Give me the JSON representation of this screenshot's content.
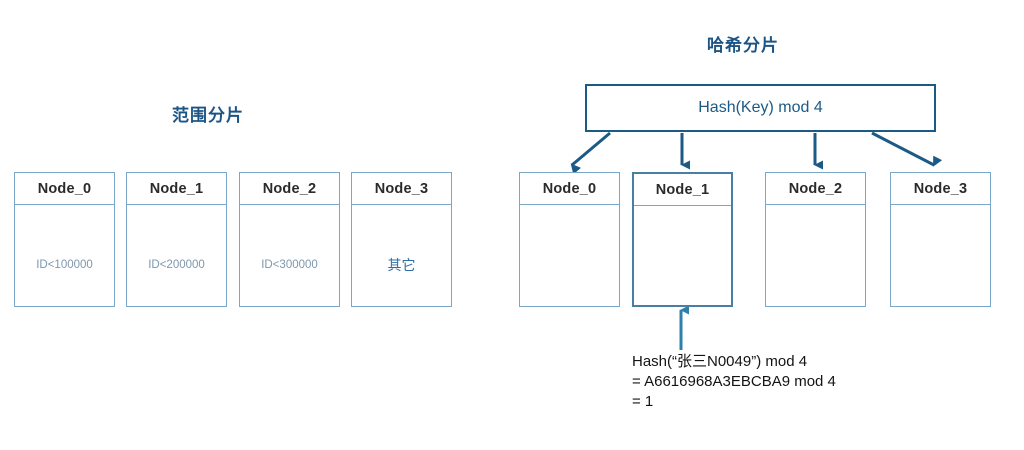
{
  "diagram": {
    "background_color": "#ffffff",
    "accent_color": "#1b5a87",
    "border_color": "#7aa7c7",
    "muted_text_color": "#7d98ae"
  },
  "range_section": {
    "title": "范围分片",
    "nodes": [
      {
        "name": "Node_0",
        "rule": "ID<100000",
        "accent": false
      },
      {
        "name": "Node_1",
        "rule": "ID<200000",
        "accent": false
      },
      {
        "name": "Node_2",
        "rule": "ID<300000",
        "accent": false
      },
      {
        "name": "Node_3",
        "rule": "其它",
        "accent": true
      }
    ]
  },
  "hash_section": {
    "title": "哈希分片",
    "function_label": "Hash(Key) mod 4",
    "nodes": [
      {
        "name": "Node_0",
        "highlighted": false
      },
      {
        "name": "Node_1",
        "highlighted": true
      },
      {
        "name": "Node_2",
        "highlighted": false
      },
      {
        "name": "Node_3",
        "highlighted": false
      }
    ],
    "formula_lines": [
      "Hash(“张三N0049”) mod 4",
      "= A6616968A3EBCBA9 mod 4",
      "= 1"
    ]
  }
}
